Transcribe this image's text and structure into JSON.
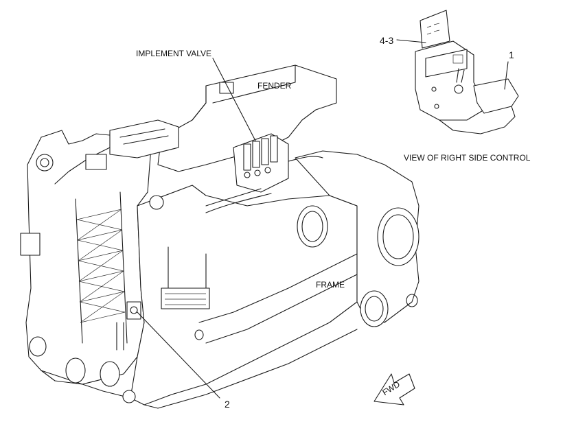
{
  "labels": {
    "implement_valve": "IMPLEMENT VALVE",
    "fender": "FENDER",
    "frame": "FRAME",
    "view_right_side_control": "VIEW OF RIGHT SIDE CONTROL",
    "fwd": "FWD"
  },
  "callouts": {
    "c1": "1",
    "c2": "2",
    "c43": "4-3"
  }
}
